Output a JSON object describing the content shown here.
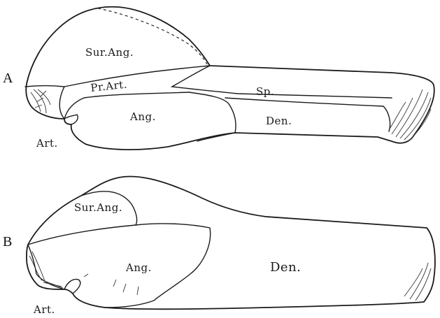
{
  "figure_a": {
    "letter": "A",
    "labels": {
      "sur_ang": "Sur.Ang.",
      "pr_art": "Pr.Art.",
      "sp": "Sp.",
      "ang": "Ang.",
      "den": "Den.",
      "art": "Art."
    }
  },
  "figure_b": {
    "letter": "B",
    "labels": {
      "sur_ang": "Sur.Ang.",
      "ang": "Ang.",
      "den": "Den.",
      "art": "Art."
    }
  }
}
